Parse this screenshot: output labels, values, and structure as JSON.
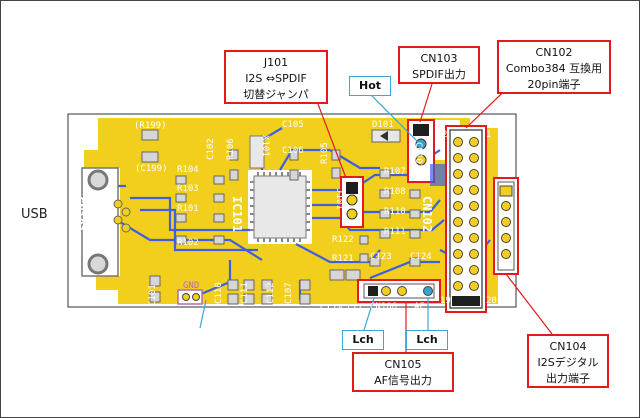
{
  "callouts": {
    "j101": [
      "J101",
      "I2S ⇔SPDIF",
      "切替ジャンパ"
    ],
    "cn103": [
      "CN103",
      "SPDIF出力"
    ],
    "cn102": [
      "CN102",
      "Combo384 互換用",
      "20pin端子"
    ],
    "cn104": [
      "CN104",
      "I2Sデジタル",
      "出力端子"
    ],
    "cn105": [
      "CN105",
      "AF信号出力"
    ]
  },
  "tags": {
    "hot": "Hot",
    "lch_left": "Lch",
    "lch_right": "Lch"
  },
  "side_label": "USB",
  "silkscreen": {
    "cn101": "CN101",
    "cn102": "CN102",
    "cn103": "CN103",
    "cn104": "CN104 PCM",
    "cn106": "CN106",
    "af": "AF",
    "ic101": "IC101",
    "x101": "X101",
    "j101": "J101",
    "r199": "(R199)",
    "c199": "(C199)",
    "r104": "R104",
    "r103": "R103",
    "r101": "R101",
    "r102": "R102",
    "r106": "R106",
    "r105": "R105",
    "r107": "R107",
    "r108": "R108",
    "r109": "R109",
    "r110": "R110",
    "r111": "R111",
    "r121": "R121",
    "r122": "R122",
    "c101": "C101",
    "c102": "C102",
    "c105": "C105",
    "c106": "C106",
    "c107": "C107",
    "c110": "C110",
    "c111": "C111",
    "c112": "C112",
    "c121": "C121",
    "c122": "C122",
    "c123": "C123",
    "c124": "C124",
    "d101": "D101",
    "gnd": "GND",
    "pin2": "2",
    "pin1": "1",
    "pin19": "19",
    "pin20": "20"
  },
  "colors": {
    "board": "#f2cf1d",
    "trace": "#3d5fe0",
    "callout_border": "#e31a1a",
    "tag_border": "#39a8d8"
  }
}
